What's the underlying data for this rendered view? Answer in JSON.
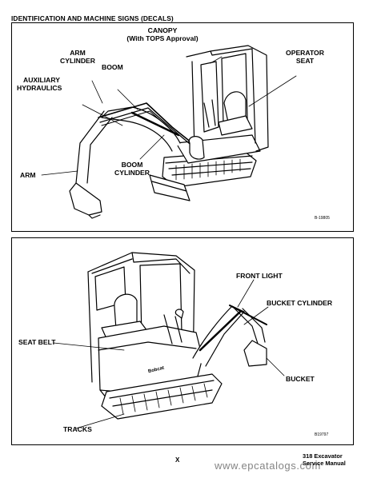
{
  "header": {
    "title": "IDENTIFICATION AND MACHINE SIGNS (DECALS)"
  },
  "figure1": {
    "labels": {
      "canopy_line1": "CANOPY",
      "canopy_line2": "(With TOPS Approval)",
      "operator_seat_line1": "OPERATOR",
      "operator_seat_line2": "SEAT",
      "arm_cylinder_line1": "ARM",
      "arm_cylinder_line2": "CYLINDER",
      "boom": "BOOM",
      "aux_line1": "AUXILIARY",
      "aux_line2": "HYDRAULICS",
      "boom_cylinder_line1": "BOOM",
      "boom_cylinder_line2": "CYLINDER",
      "arm": "ARM"
    },
    "figure_id": "B-19805"
  },
  "figure2": {
    "labels": {
      "front_light": "FRONT LIGHT",
      "bucket_cylinder": "BUCKET CYLINDER",
      "seat_belt": "SEAT BELT",
      "bucket": "BUCKET",
      "tracks": "TRACKS"
    },
    "figure_id": "B19797",
    "decals": {
      "brand": "Bobcat"
    }
  },
  "footer": {
    "page_number": "X",
    "model": "318 Excavator",
    "manual": "Service Manual",
    "watermark": "www.epcatalogs.com"
  }
}
